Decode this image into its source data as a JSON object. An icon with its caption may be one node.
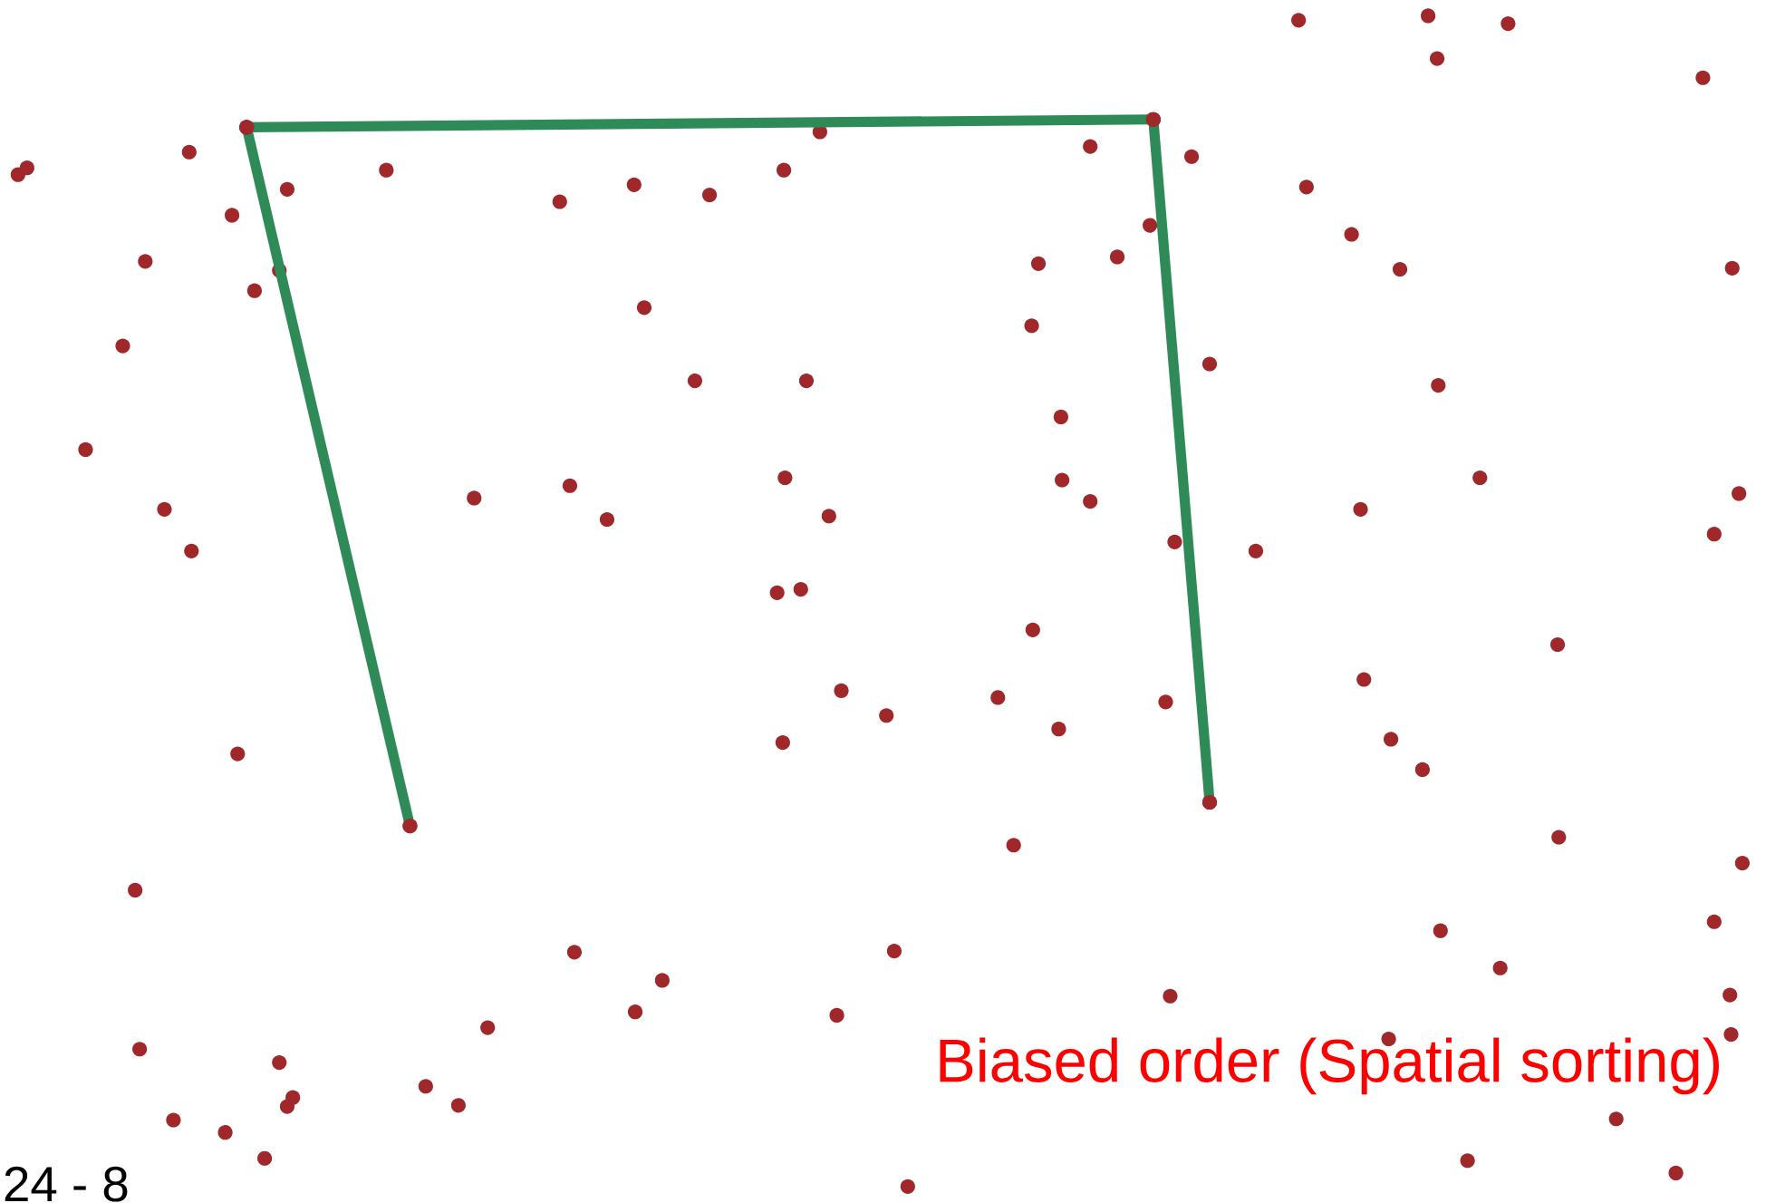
{
  "diagram": {
    "nodes": [
      {
        "text": [],
        "shape": "circle"
      },
      {
        "text": [],
        "shape": "circle"
      },
      {
        "text": [],
        "shape": "circle"
      },
      {
        "text": [],
        "shape": "circle"
      }
    ],
    "edges": [
      {
        "from": 2,
        "to": 0,
        "arrow": "none"
      },
      {
        "from": 0,
        "to": 1,
        "arrow": "none"
      },
      {
        "from": 1,
        "to": 3,
        "arrow": "none"
      }
    ],
    "labels": [
      "Biased order (Spatial sorting)",
      "24 - 8"
    ]
  }
}
